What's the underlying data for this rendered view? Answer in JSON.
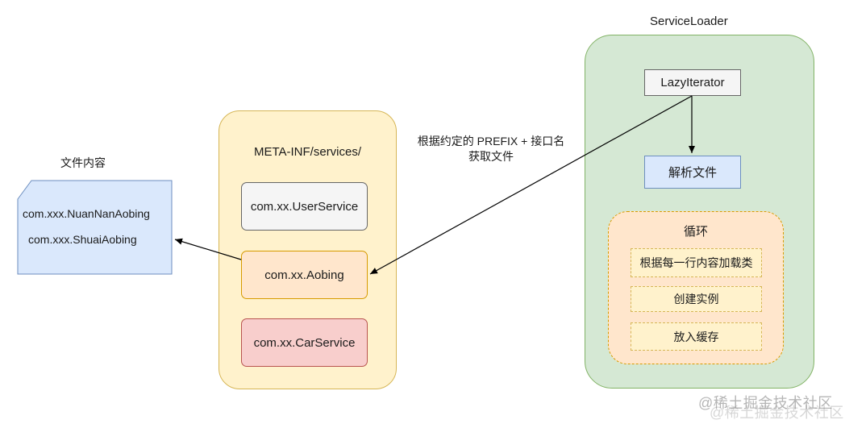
{
  "service_loader": {
    "title": "ServiceLoader",
    "lazy_iterator": "LazyIterator",
    "parse_file": "解析文件",
    "loop": {
      "title": "循环",
      "steps": [
        "根据每一行内容加载类",
        "创建实例",
        "放入缓存"
      ]
    }
  },
  "meta_inf": {
    "title": "META-INF/services/",
    "services": [
      "com.xx.UserService",
      "com.xx.Aobing",
      "com.xx.CarService"
    ]
  },
  "file_content": {
    "title": "文件内容",
    "lines": [
      "com.xxx.NuanNanAobing",
      "com.xxx.ShuaiAobing"
    ]
  },
  "edge_label": {
    "line1": "根据约定的 PREFIX + 接口名",
    "line2": "获取文件"
  },
  "watermark": "@稀土掘金技术社区",
  "colors": {
    "green_fill": "#d5e8d4",
    "yellow_fill": "#fff2cc",
    "orange_fill": "#ffe6cc",
    "red_fill": "#f8cecc",
    "blue_fill": "#dae8fc",
    "grey_fill": "#f5f5f5"
  }
}
